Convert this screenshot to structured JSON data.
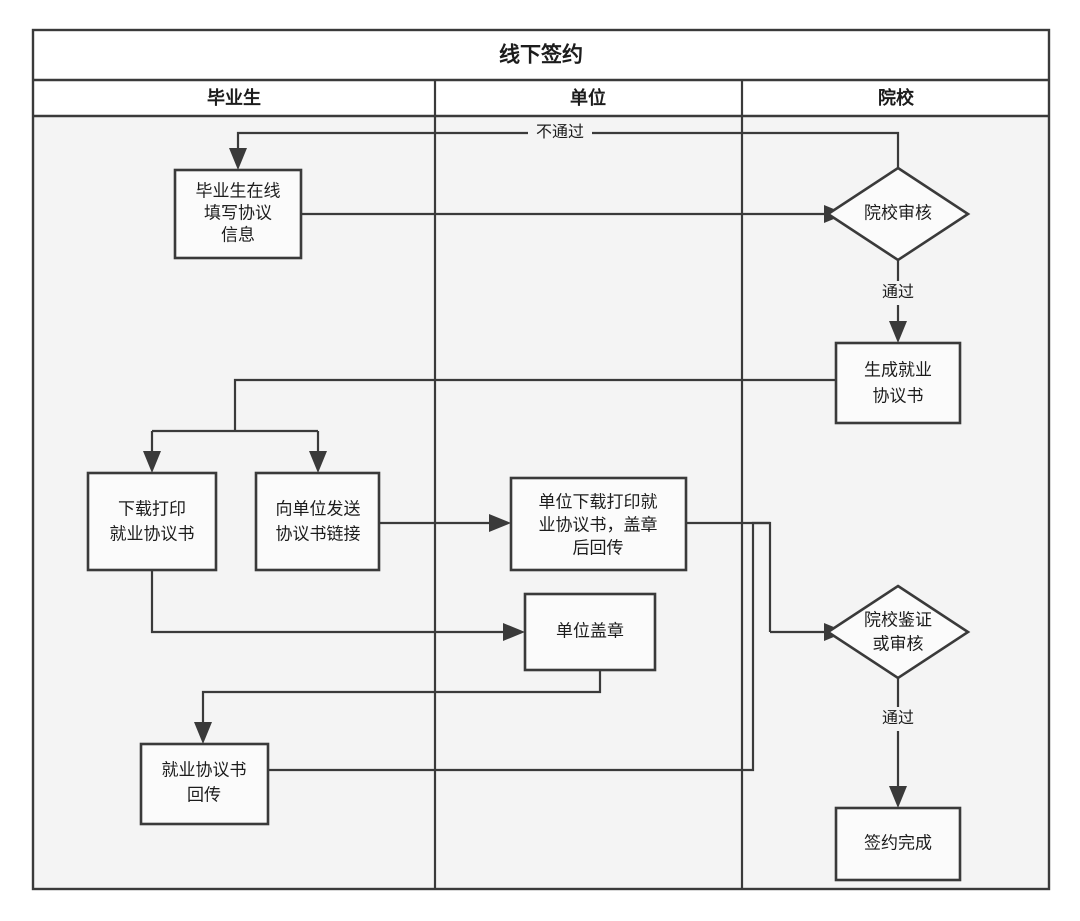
{
  "diagram": {
    "title": "线下签约",
    "type": "swimlane-flowchart",
    "lanes": [
      {
        "id": "lane-graduate",
        "label": "毕业生"
      },
      {
        "id": "lane-employer",
        "label": "单位"
      },
      {
        "id": "lane-institution",
        "label": "院校"
      }
    ],
    "nodes": [
      {
        "id": "n1",
        "shape": "rect",
        "lane": "毕业生",
        "lines": [
          "毕业生在线",
          "填写协议",
          "信息"
        ]
      },
      {
        "id": "n2",
        "shape": "diamond",
        "lane": "院校",
        "lines": [
          "院校审核"
        ]
      },
      {
        "id": "n3",
        "shape": "rect",
        "lane": "院校",
        "lines": [
          "生成就业",
          "协议书"
        ]
      },
      {
        "id": "n4",
        "shape": "rect",
        "lane": "毕业生",
        "lines": [
          "下载打印",
          "就业协议书"
        ]
      },
      {
        "id": "n5",
        "shape": "rect",
        "lane": "毕业生",
        "lines": [
          "向单位发送",
          "协议书链接"
        ]
      },
      {
        "id": "n6",
        "shape": "rect",
        "lane": "单位",
        "lines": [
          "单位下载打印就",
          "业协议书，盖章",
          "后回传"
        ]
      },
      {
        "id": "n7",
        "shape": "rect",
        "lane": "单位",
        "lines": [
          "单位盖章"
        ]
      },
      {
        "id": "n8",
        "shape": "rect",
        "lane": "毕业生",
        "lines": [
          "就业协议书",
          "回传"
        ]
      },
      {
        "id": "n9",
        "shape": "diamond",
        "lane": "院校",
        "lines": [
          "院校鉴证",
          "或审核"
        ]
      },
      {
        "id": "n10",
        "shape": "rect",
        "lane": "院校",
        "lines": [
          "签约完成"
        ]
      }
    ],
    "edge_labels": {
      "reject": "不通过",
      "pass_review": "通过",
      "pass_verify": "通过"
    },
    "colors": {
      "stroke": "#3a3a3a",
      "node_fill": "#fbfbfb",
      "lane_fill": "#f4f4f4",
      "text": "#1c1c1c",
      "page_bg": "#ffffff"
    }
  }
}
